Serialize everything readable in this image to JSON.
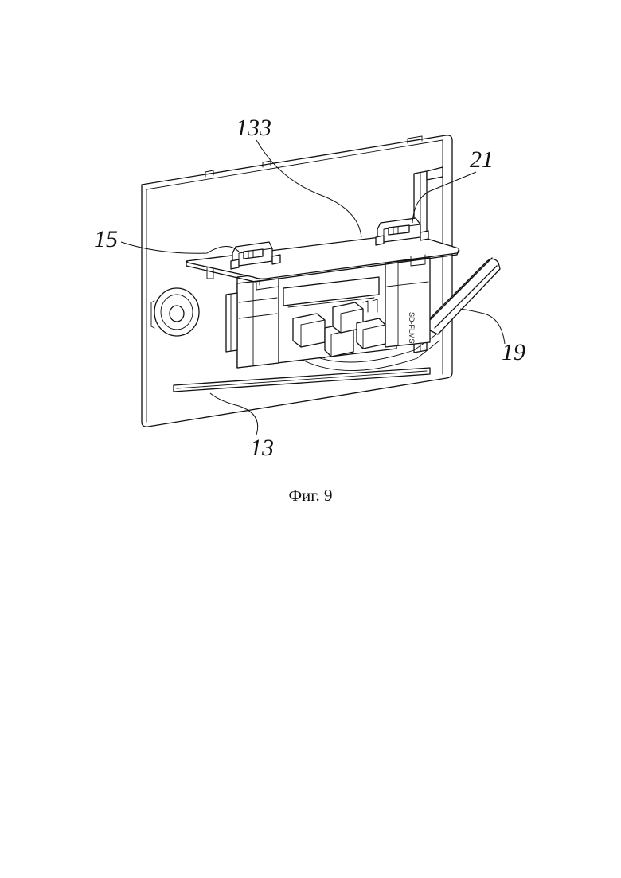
{
  "figure": {
    "caption": "Фиг. 9",
    "labels": {
      "label_133": "133",
      "label_21": "21",
      "label_15": "15",
      "label_19": "19",
      "label_13": "13"
    },
    "component_marking": "SD-FLMS"
  }
}
